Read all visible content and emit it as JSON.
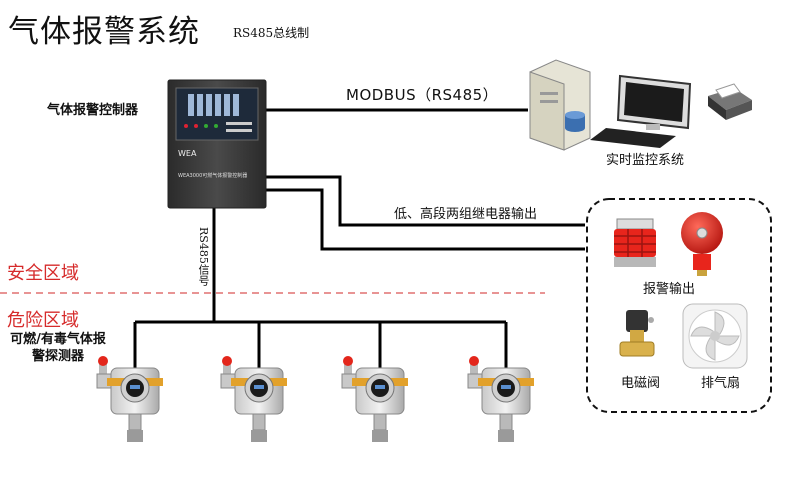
{
  "title": {
    "main": "气体报警系统",
    "sub": "RS485总线制"
  },
  "controller": {
    "label": "气体报警控制器",
    "brand": "WEA",
    "model_text": "WEA3000可燃气体报警控制器"
  },
  "links": {
    "modbus": "MODBUS（RS485）",
    "relay": "低、高段两组继电器输出",
    "rs485_signal": "RS485信号"
  },
  "monitor": {
    "label": "实时监控系统"
  },
  "zones": {
    "safe": "安全区域",
    "danger": "危险区域"
  },
  "detectors": {
    "label": "可燃/有毒气体报警探测器",
    "count": 4
  },
  "outputs": {
    "alarm_label": "报警输出",
    "valve_label": "电磁阀",
    "fan_label": "排气扇"
  },
  "colors": {
    "zone_text": "#d62b2b",
    "zone_line": "#e07070",
    "controller_body": "#3a3a3a",
    "line": "#000000"
  }
}
